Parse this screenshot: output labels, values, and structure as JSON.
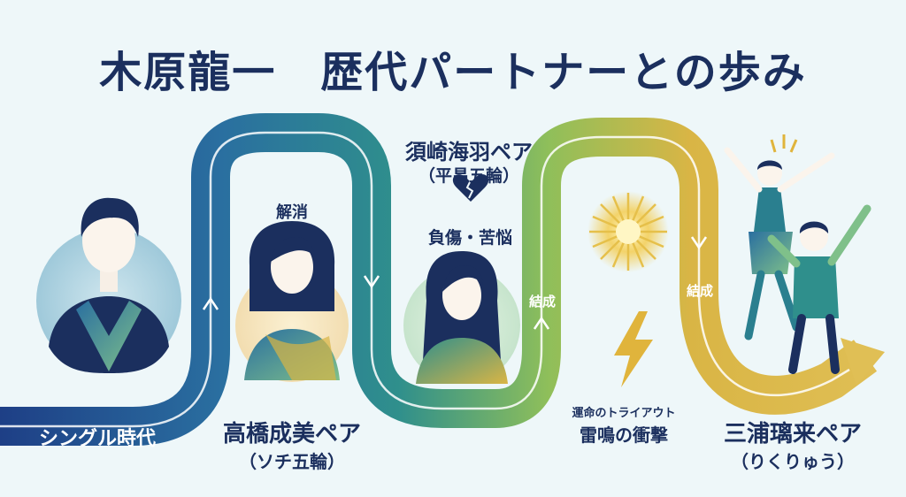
{
  "title": "木原龍一　歴代パートナーとの歩み",
  "stages": [
    {
      "label": "シングル時代"
    },
    {
      "label": "高橋成美ペア",
      "sub": "（ソチ五輪）"
    },
    {
      "label": "須崎海羽ペア",
      "sub": "（平昌五輪）"
    },
    {
      "label": "三浦璃来ペア",
      "sub": "（りくりゅう）"
    }
  ],
  "events": {
    "dissolve": "解消",
    "injury": "負傷・苦悩",
    "formed_1": "結成",
    "formed_2": "結成",
    "tryout_line1": "運命のトライアウト",
    "tryout_line2": "雷鳴の衝撃"
  },
  "icons": [
    "broken-heart-icon",
    "sun-burst-icon",
    "lightning-icon",
    "celebration-icon"
  ],
  "colors": {
    "navy": "#1b2f5e",
    "teal": "#2a7f8f",
    "green": "#5aa86a",
    "gold": "#d6b040",
    "background": "#eef7f9"
  }
}
